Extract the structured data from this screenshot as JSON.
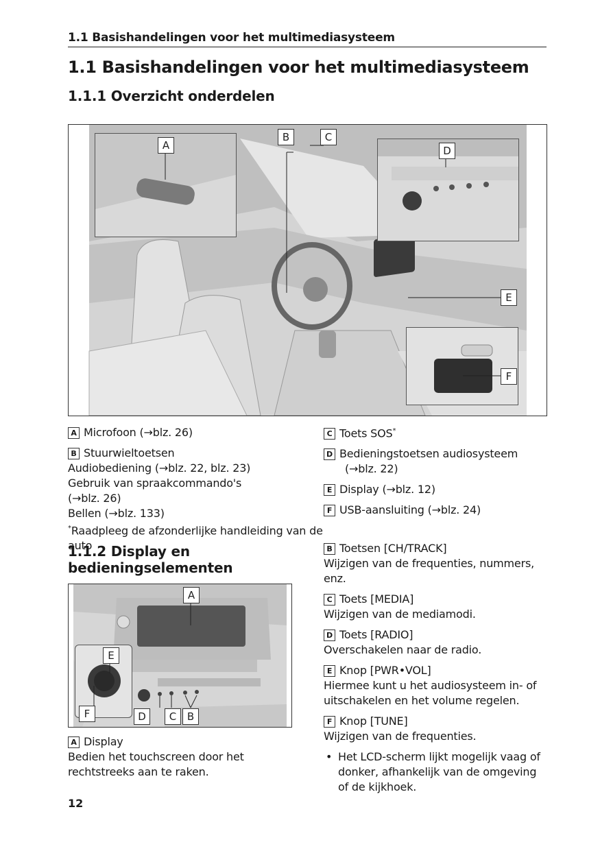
{
  "running_head": "1.1  Basishandelingen voor het multimediasysteem",
  "heading_main": "1.1  Basishandelingen voor het multimediasysteem",
  "heading_sub": "1.1.1  Overzicht onderdelen",
  "figure1": {
    "callouts": [
      "A",
      "B",
      "C",
      "D",
      "E",
      "F"
    ]
  },
  "legend_left": {
    "a_key": "A",
    "a_text": "Microfoon (→blz. 26)",
    "b_key": "B",
    "b_text": "Stuurwieltoetsen",
    "b_line1": "Audiobediening (→blz. 22, blz. 23)",
    "b_line2": "Gebruik van spraakcommando's",
    "b_line3": "(→blz. 26)",
    "b_line4": "Bellen (→blz. 133)",
    "footnote": "Raadpleeg de afzonderlijke handleiding van de auto"
  },
  "legend_right": {
    "c_key": "C",
    "c_text": "Toets SOS",
    "d_key": "D",
    "d_text": "Bedieningstoetsen audiosysteem",
    "d_text2": "(→blz. 22)",
    "e_key": "E",
    "e_text": "Display (→blz. 12)",
    "f_key": "F",
    "f_text": "USB-aansluiting (→blz. 24)"
  },
  "section2": {
    "title_line1": "1.1.2  Display en",
    "title_line2": "bedieningselementen",
    "figure_callouts": [
      "A",
      "E",
      "F",
      "D",
      "C",
      "B"
    ],
    "a_key": "A",
    "a_title": "Display",
    "a_line1": "Bedien het touchscreen door het",
    "a_line2": "rechtstreeks aan te raken."
  },
  "controls": {
    "b_key": "B",
    "b_title": "Toetsen [CH/TRACK]",
    "b_line1": "Wijzigen van de frequenties, nummers,",
    "b_line2": "enz.",
    "c_key": "C",
    "c_title": "Toets [MEDIA]",
    "c_line1": "Wijzigen van de mediamodi.",
    "d_key": "D",
    "d_title": "Toets [RADIO]",
    "d_line1": "Overschakelen naar de radio.",
    "e_key": "E",
    "e_title": "Knop [PWR•VOL]",
    "e_line1": "Hiermee kunt u het audiosysteem in- of",
    "e_line2": "uitschakelen en het volume regelen.",
    "f_key": "F",
    "f_title": "Knop [TUNE]",
    "f_line1": "Wijzigen van de frequenties.",
    "note_line1": "Het LCD-scherm lijkt mogelijk vaag of",
    "note_line2": "donker, afhankelijk van de omgeving",
    "note_line3": "of de kijkhoek."
  },
  "page_number": "12"
}
